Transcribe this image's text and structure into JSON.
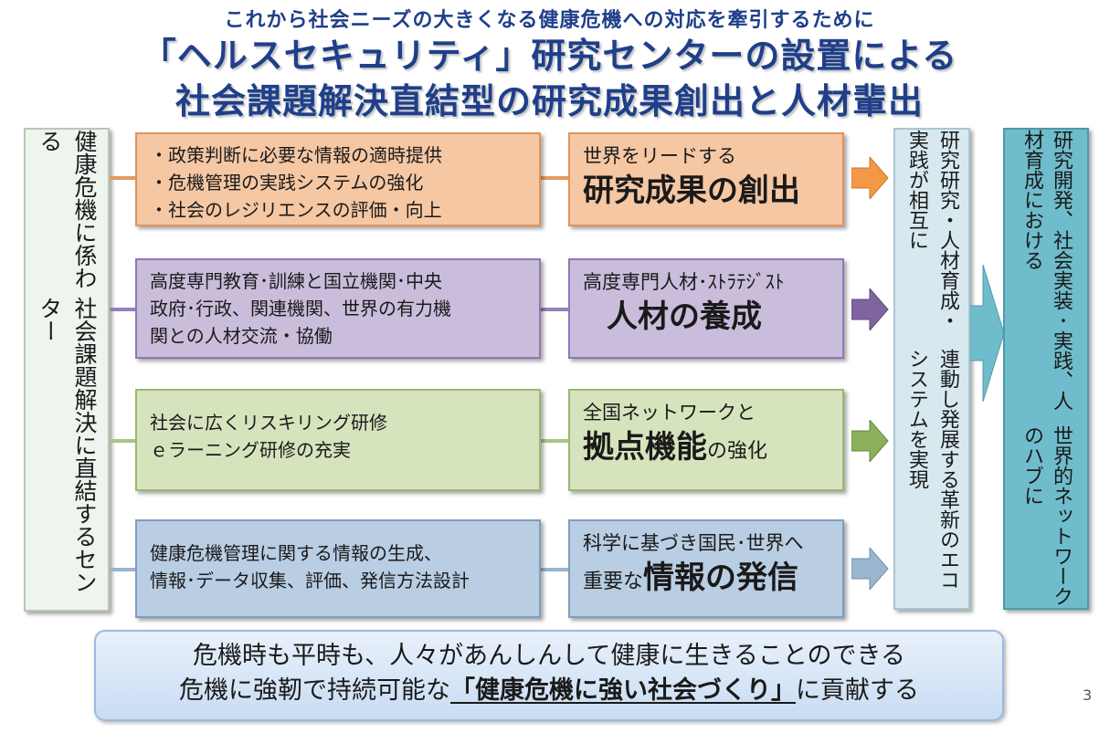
{
  "title": {
    "subtitle": "これから社会ニーズの大きくなる健康危機への対応を牽引するために",
    "line1": "「ヘルスセキュリティ」研究センターの設置による",
    "line2": "社会課題解決直結型の研究成果創出と人材輩出"
  },
  "left_box": {
    "line1": "健康危機に係わる",
    "line2": "社会課題解決に直結するセンター"
  },
  "rows": [
    {
      "color_fill": "#f6c7a3",
      "color_border": "#e0935e",
      "color_arrow": "#f39845",
      "input_lines": [
        "・政策判断に必要な情報の適時提供",
        "・危機管理の実践システムの強化",
        "・社会のレジリエンスの評価・向上"
      ],
      "output_small": "世界をリードする",
      "output_big": "研究成果の創出",
      "output_suffix": ""
    },
    {
      "color_fill": "#cabddc",
      "color_border": "#8e78b4",
      "color_arrow": "#7f659f",
      "input_lines": [
        "高度専門教育･訓練と国立機関･中央",
        "政府･行政、関連機関、世界の有力機",
        "関との人材交流・協働"
      ],
      "output_small": "高度専門人材･ｽﾄﾗﾃｼﾞｽﾄ",
      "output_big": "人材の養成",
      "output_suffix": ""
    },
    {
      "color_fill": "#d6e4bd",
      "color_border": "#9bb774",
      "color_arrow": "#8ab05a",
      "input_lines": [
        "社会に広くリスキリング研修",
        "ｅラーニング研修の充実"
      ],
      "output_small": "全国ネットワークと",
      "output_big": "拠点機能",
      "output_suffix": "の強化"
    },
    {
      "color_fill": "#b9cde3",
      "color_border": "#7f9cc0",
      "color_arrow": "#9ab6cf",
      "input_lines": [
        "健康危機管理に関する情報の生成、",
        "情報･データ収集、評価、発信方法設計"
      ],
      "output_small": "科学に基づき国民･世界へ",
      "output_prefix": "重要な",
      "output_big": "情報の発信"
    }
  ],
  "eco_box": {
    "line1": "研究研究・人材育成・実践が相互に",
    "line2": "連動し発展する革新のエコシステムを実現"
  },
  "hub_box": {
    "line1": "研究開発、社会実装･実践、人材育成における",
    "line2": "世界的ネットワークのハブに"
  },
  "bottom": {
    "line1": "危機時も平時も、人々があんしんして健康に生きることのできる",
    "line2_pre": "危機に強靭で持続可能な",
    "line2_em": "「健康危機に強い社会づくり」",
    "line2_post": "に貢献する"
  },
  "page_number": "3"
}
